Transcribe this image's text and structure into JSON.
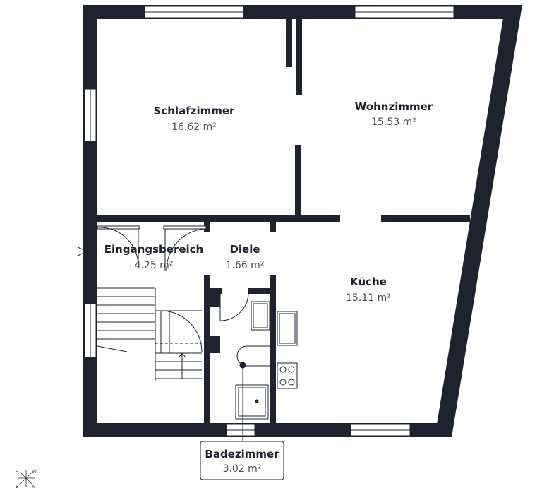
{
  "rooms": [
    {
      "name": "Schlafzimmer",
      "area": "16.62 m²"
    },
    {
      "name": "Wohnzimmer",
      "area": "15.53 m²"
    },
    {
      "name": "Eingangsbereich",
      "area": "4.25 m²"
    },
    {
      "name": "Diele",
      "area": "1.66 m²"
    },
    {
      "name": "Küche",
      "area": "15.11 m²"
    },
    {
      "name": "Badezimmer",
      "area": "3.02 m²"
    }
  ],
  "compass": {
    "s": "S",
    "w": "W",
    "e": "E",
    "n": "N"
  },
  "colors": {
    "wall": "#1f2330",
    "line": "#1f2330",
    "background": "#ffffff"
  }
}
